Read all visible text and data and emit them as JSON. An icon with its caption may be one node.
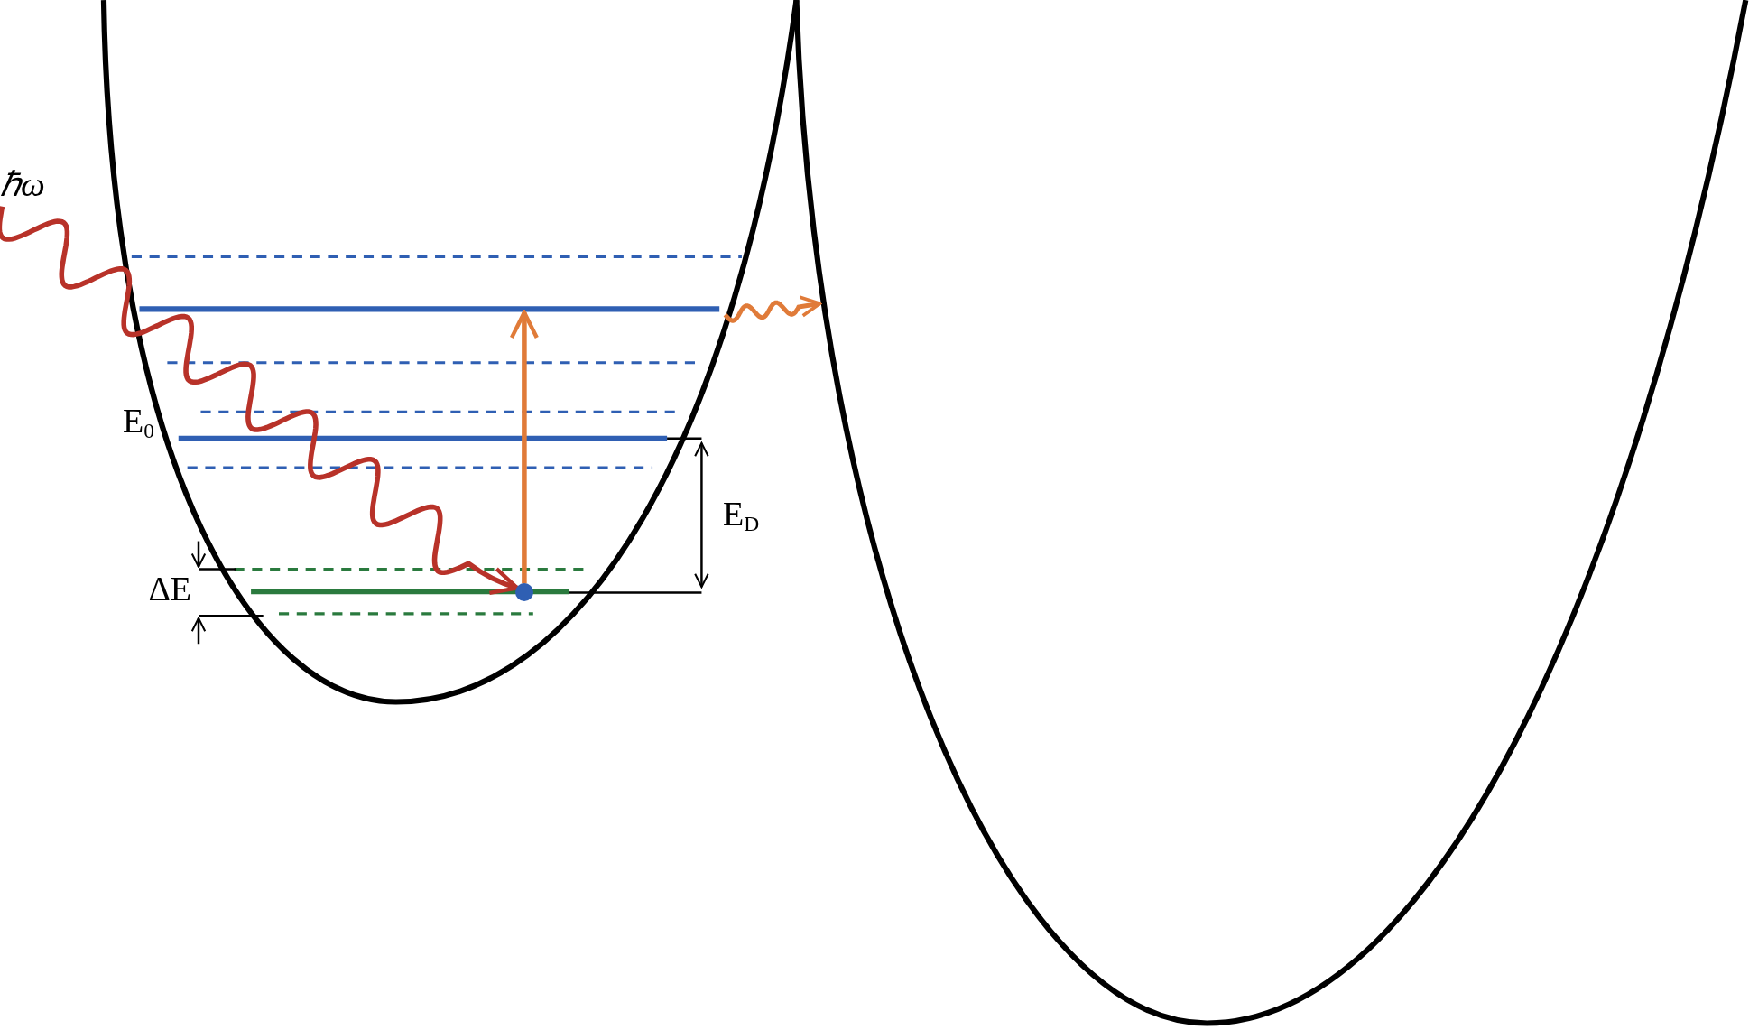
{
  "diagram": {
    "nodes": [
      {
        "text": [
          "ℏω"
        ]
      },
      {
        "text": [],
        "shape": "circle"
      }
    ],
    "edges": [
      {
        "from": 0,
        "to": 1,
        "arrow": "to",
        "color": "#b83229"
      },
      {
        "from": 1,
        "to": null,
        "arrow": "to",
        "color": "#e07b39"
      }
    ],
    "labels": [
      "E$_{0}$",
      "E$_{D}$",
      "ΔE"
    ]
  }
}
